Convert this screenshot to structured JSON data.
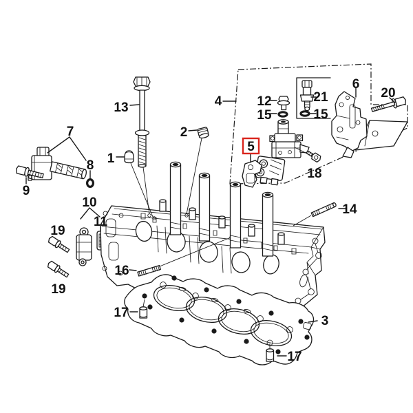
{
  "diagram": {
    "type": "exploded-parts-diagram",
    "subject": "engine cylinder head assembly",
    "background_color": "#ffffff",
    "line_color": "#1a1a1a",
    "highlight_color": "#d9251d",
    "highlighted_callout": "5"
  },
  "callouts": {
    "p1": "1",
    "p2": "2",
    "p3": "3",
    "p4": "4",
    "p5": "5",
    "p6": "6",
    "p7": "7",
    "p8": "8",
    "p9": "9",
    "p10": "10",
    "p11": "11",
    "p12": "12",
    "p13": "13",
    "p14": "14",
    "p15a": "15",
    "p15b": "15",
    "p16": "16",
    "p17a": "17",
    "p17b": "17",
    "p18": "18",
    "p19a": "19",
    "p19b": "19",
    "p20": "20",
    "p21": "21"
  }
}
